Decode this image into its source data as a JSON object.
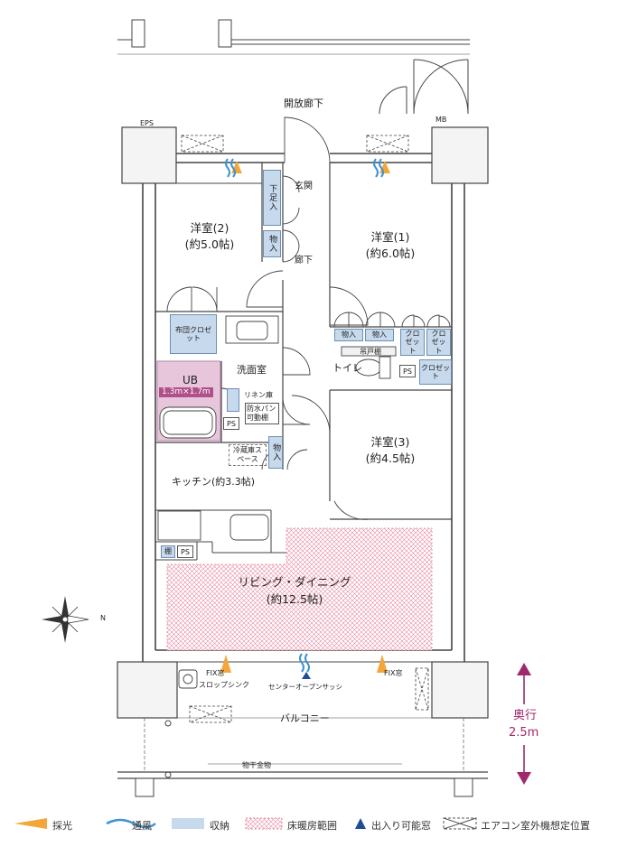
{
  "labels": {
    "corridor": "開放廊下",
    "eps": "EPS",
    "mb": "MB",
    "entrance": "玄関",
    "shoe_storage": "下足入",
    "storage": "物入",
    "hallway": "廊下",
    "western2_name": "洋室(2)",
    "western2_size": "(約5.0帖)",
    "western1_name": "洋室(1)",
    "western1_size": "(約6.0帖)",
    "western3_name": "洋室(3)",
    "western3_size": "(約4.5帖)",
    "futon_closet": "布団クロゼット",
    "closet": "クロゼット",
    "closet_short": "クロゼット",
    "ub": "UB",
    "ub_size": "1.3m×1.7m",
    "washroom": "洗面室",
    "linen": "リネン庫",
    "waterproof_pan": "防水パン可動棚",
    "ps": "PS",
    "toilet": "トイレ",
    "hanging_shelf": "吊戸棚",
    "fridge": "冷蔵庫スペース",
    "kitchen": "キッチン(約3.3帖)",
    "shelf": "棚",
    "living_name": "リビング・ダイニング",
    "living_size": "(約12.5帖)",
    "fix_window": "FIX窓",
    "slop_sink": "スロップシンク",
    "center_sash": "センターオープンサッシ",
    "balcony": "バルコニー",
    "drying_rack": "物干金物",
    "depth_label": "奥行",
    "depth_value": "2.5m",
    "north": "N"
  },
  "legend": [
    {
      "key": "daylight",
      "label": "採光"
    },
    {
      "key": "ventilation",
      "label": "通風"
    },
    {
      "key": "storage",
      "label": "収納"
    },
    {
      "key": "floor_heating",
      "label": "床暖房範囲"
    },
    {
      "key": "access_window",
      "label": "出入り可能窓"
    },
    {
      "key": "ac_unit",
      "label": "エアコン室外機想定位置"
    }
  ],
  "colors": {
    "wall": "#444444",
    "storage_fill": "#c7d9ec",
    "ub_fill": "#e7c6dc",
    "floor_heating": "#e0809a",
    "daylight": "#f4a63a",
    "ventilation": "#3b93d3",
    "depth_arrow": "#a0286c"
  }
}
